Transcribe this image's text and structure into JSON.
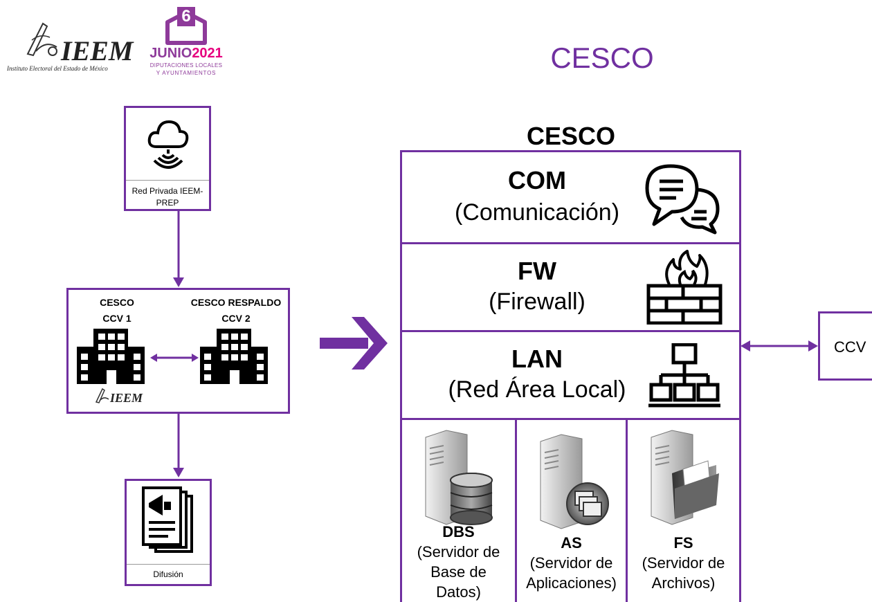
{
  "header": {
    "logo_ieem_text": "IEEM",
    "logo_ieem_sub": "Instituto Electoral del Estado de México",
    "logo_election_number": "6",
    "logo_election_month": "JUNIO",
    "logo_election_year": "2021",
    "logo_election_line1": "DIPUTACIONES LOCALES",
    "logo_election_line2": "Y AYUNTAMIENTOS",
    "page_title": "CESCO"
  },
  "left_flow": {
    "network_label": "Red Privada IEEM-PREP",
    "site1_name": "CESCO",
    "site1_code": "CCV 1",
    "site2_name": "CESCO RESPALDO",
    "site2_code": "CCV 2",
    "inner_logo_text": "IEEM",
    "diffusion_label": "Difusión"
  },
  "stack": {
    "title": "CESCO",
    "layers": [
      {
        "title": "COM",
        "subtitle": "(Comunicación)",
        "icon": "chat-icon"
      },
      {
        "title": "FW",
        "subtitle": "(Firewall)",
        "icon": "firewall-icon"
      },
      {
        "title": "LAN",
        "subtitle": "(Red Área Local)",
        "icon": "network-icon"
      }
    ],
    "servers": [
      {
        "title": "DBS",
        "desc": [
          "(Servidor de",
          "Base de",
          "Datos)"
        ],
        "icon": "database-server-icon"
      },
      {
        "title": "AS",
        "desc": [
          "(Servidor de",
          "Aplicaciones)"
        ],
        "icon": "application-server-icon"
      },
      {
        "title": "FS",
        "desc": [
          "(Servidor de",
          "Archivos)"
        ],
        "icon": "file-server-icon"
      }
    ]
  },
  "right_node": {
    "label": "CCV"
  },
  "colors": {
    "accent": "#7030a0"
  }
}
